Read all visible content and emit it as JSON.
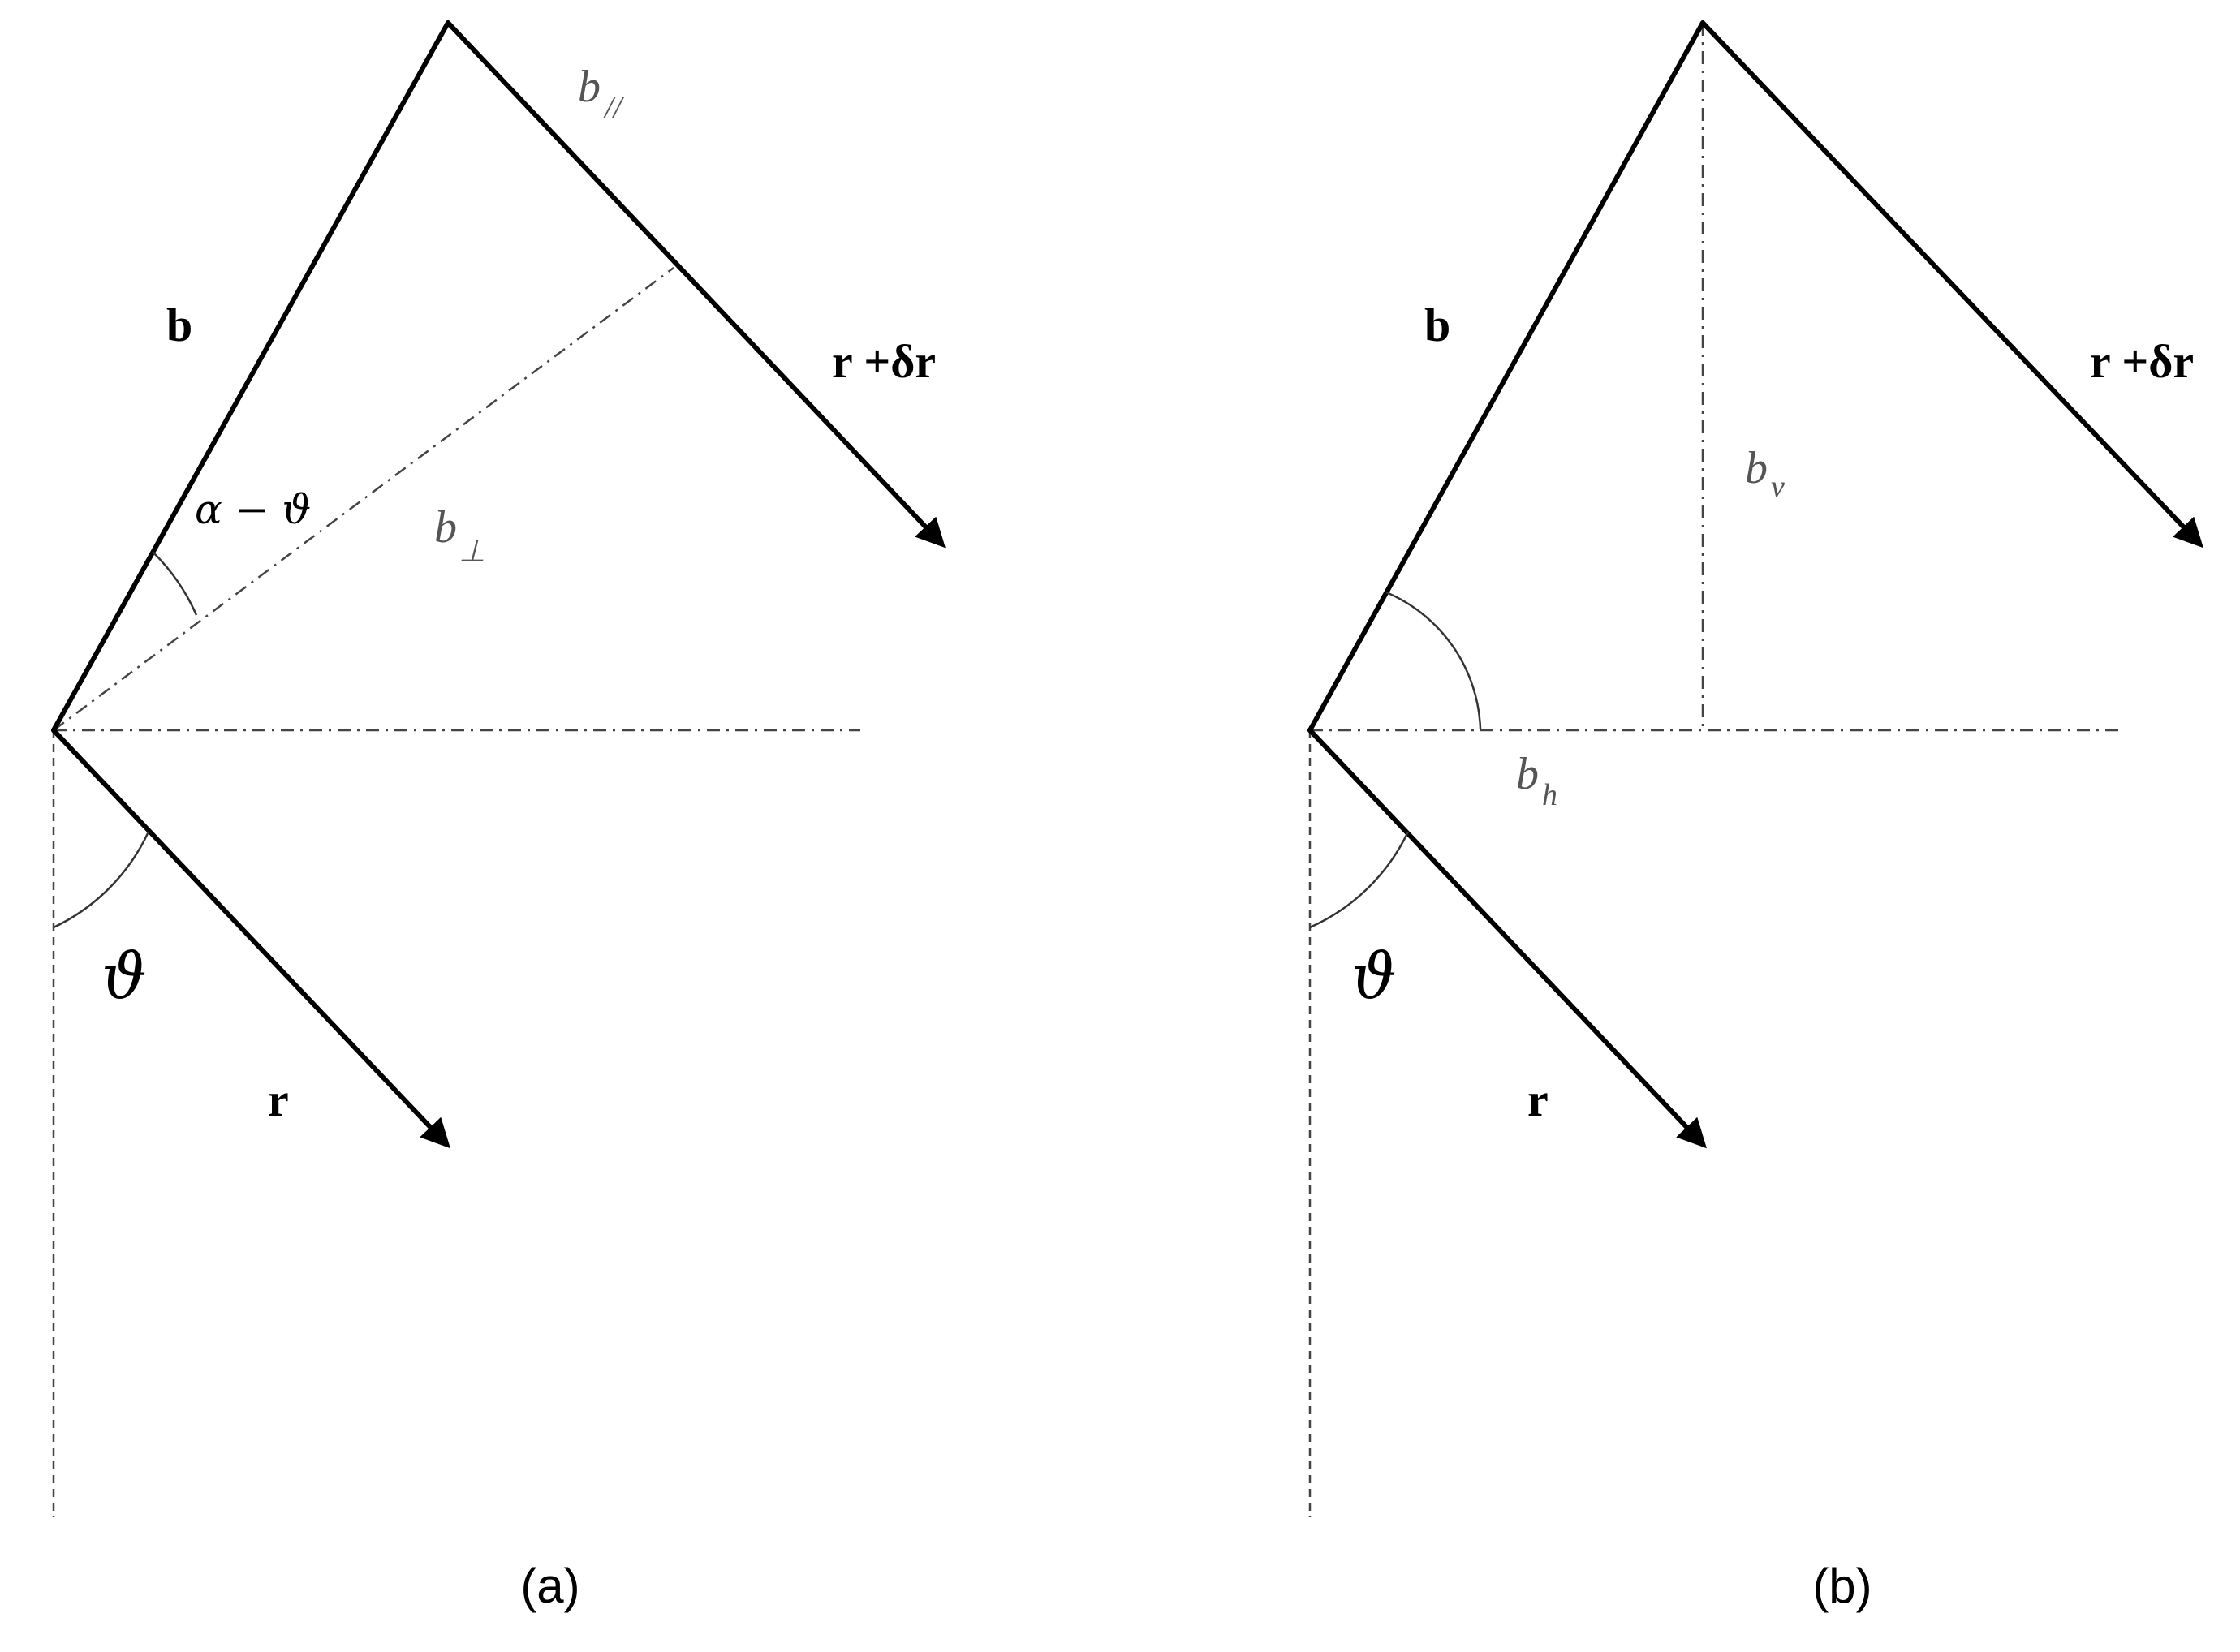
{
  "panel_a": {
    "label_b": "b",
    "label_r": "r",
    "label_r_dr": "r +δr",
    "label_b_parallel": "b",
    "label_b_parallel_sub": "//",
    "label_b_perp": "b",
    "label_b_perp_sub": "⊥",
    "label_alpha_theta": "α − ϑ",
    "label_theta": "ϑ",
    "caption": "(a)"
  },
  "panel_b": {
    "label_b": "b",
    "label_r": "r",
    "label_r_dr": "r +δr",
    "label_b_v": "b",
    "label_b_v_sub": "v",
    "label_b_h": "b",
    "label_b_h_sub": "h",
    "label_theta": "ϑ",
    "caption": "(b)"
  }
}
